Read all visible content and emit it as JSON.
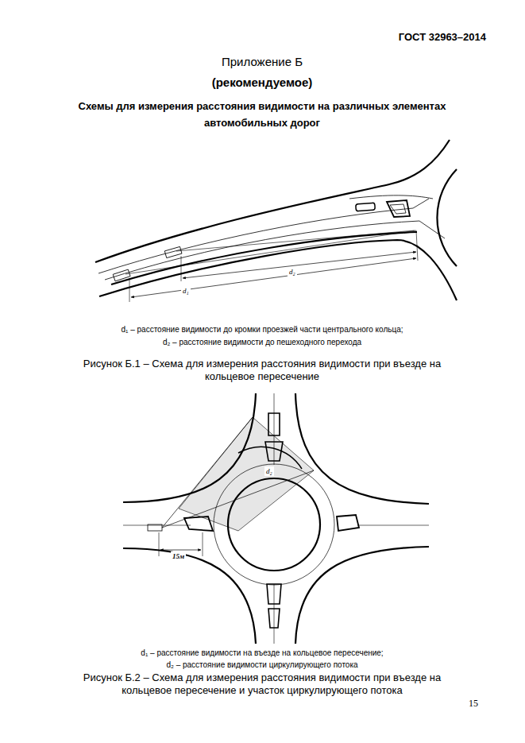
{
  "diagram": {
    "title": "Приложение Б",
    "labels": [
      "ГОСТ 32963–2014",
      "(рекомендуемое)",
      "Схемы для измерения расстояния видимости на различных элементах автомобильных дорог",
      "d₂",
      "d₁",
      "d₁ – расстояние видимости до кромки проезжей части центрального кольца;",
      "d₂ – расстояние видимости до пешеходного перехода",
      "Рисунок Б.1 – Схема для измерения расстояния видимости при въезде на кольцевое пересечение",
      "d₂",
      "15м",
      "d₁ – расстояние видимости на въезде на кольцевое пересечение;",
      "d₂ – расстояние видимости циркулирующего потока",
      "Рисунок Б.2 – Схема для измерения расстояния видимости при въезде на кольцевое пересечение и участок циркулирующего потока",
      "15"
    ]
  }
}
